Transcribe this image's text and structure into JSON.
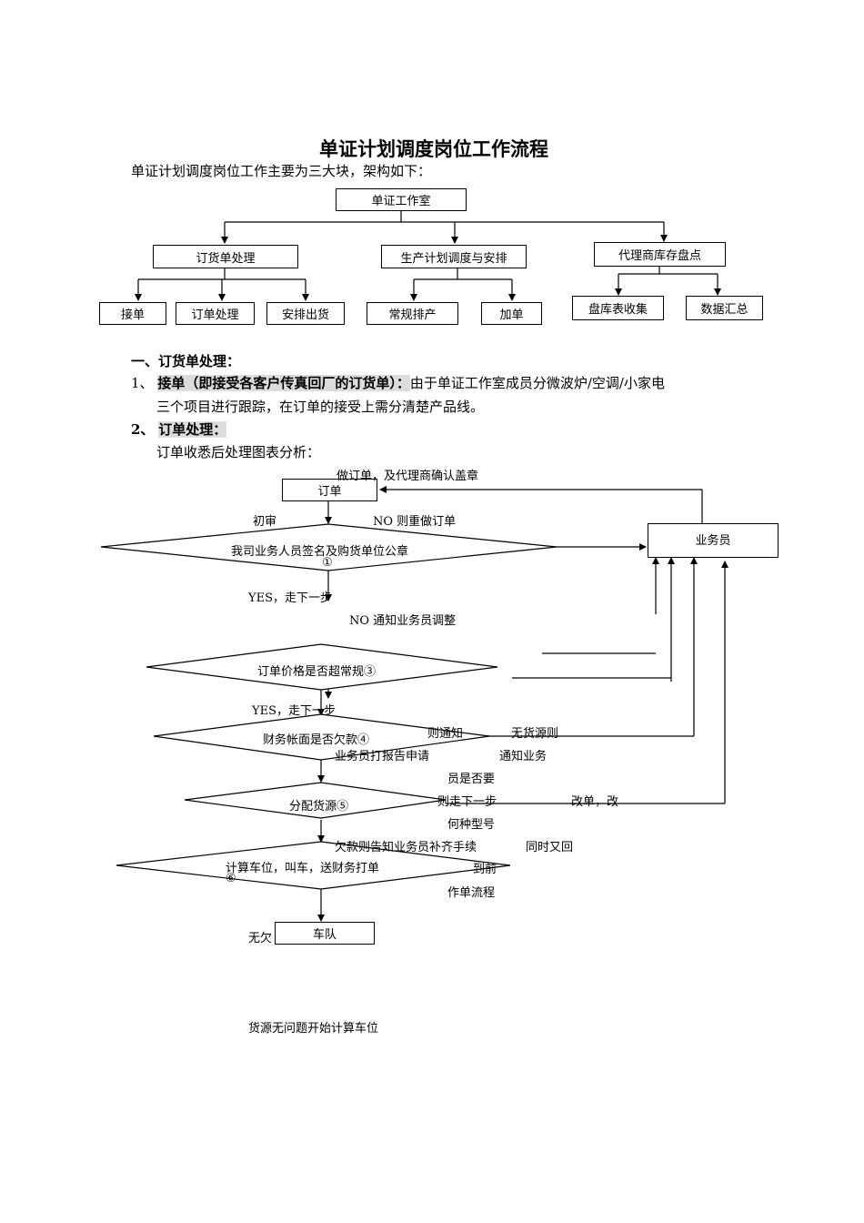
{
  "title": "单证计划调度岗位工作流程",
  "intro": "单证计划调度岗位工作主要为三大块，架构如下：",
  "org": {
    "root": "单证工作室",
    "branches": [
      "订货单处理",
      "生产计划调度与安排",
      "代理商库存盘点"
    ],
    "leaves": [
      "接单",
      "订单处理",
      "安排出货",
      "常规排产",
      "加单",
      "盘库表收集",
      "数据汇总"
    ]
  },
  "section1": {
    "heading": "一、订货单处理：",
    "item1_num": "1、",
    "item1_bold": "接单（即接受各客户传真回厂的订货单）：",
    "item1_text": "由于单证工作室成员分微波炉/空调/小家电",
    "item1_text2": "三个项目进行跟踪，在订单的接受上需分清楚产品线。",
    "item2_num": "2、",
    "item2_bold": "订单处理：",
    "item2_text": "订单收悉后处理图表分析："
  },
  "flow": {
    "order_box": "订单",
    "salesman_box": "业务员",
    "fleet_box": "车队",
    "d1": "我司业务人员签名及购货单位公章",
    "d1_num": "①",
    "d2": "订单价格是否超常规③",
    "d3": "财务帐面是否欠款④",
    "d4": "分配货源⑤",
    "d5": "计算车位，叫车，送财务打单",
    "d5_num": "⑥",
    "labels": {
      "redo": "做订单，及代理商确认盖章",
      "first_review": "初审",
      "no_redo": "NO 则重做订单",
      "yes_next1": "YES，走下一步",
      "no_adjust": "NO 通知业务员调整",
      "yes_next2": "YES，走下一步",
      "notify_frag": "则通知",
      "no_source": "无货源则",
      "report_frag": "业务员打报告申请",
      "notify_sales": "通知业务",
      "whether": "员是否要",
      "then_next": "则走下一步",
      "change_order": "改单，改",
      "which_model": "何种型号",
      "arrears": "欠款则告知业务员补齐手续",
      "meanwhile": "同时又回",
      "to_frag": "到前",
      "order_flow": "作单流程",
      "no_arrears": "无欠",
      "source_ok": "货源无问题开始计算车位"
    }
  }
}
